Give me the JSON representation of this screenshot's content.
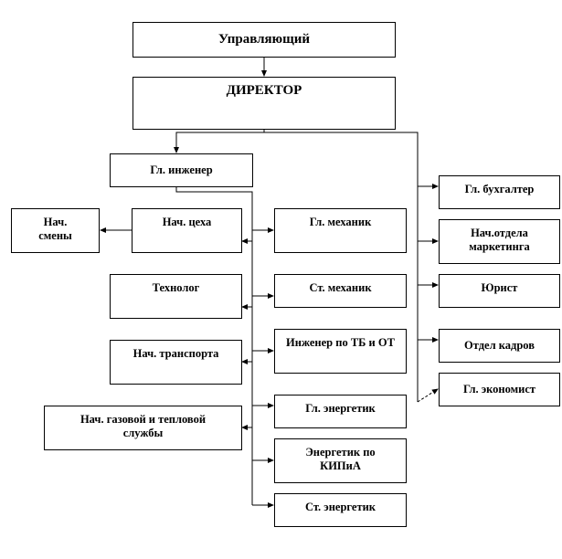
{
  "nodes": {
    "manager": "Управляющий",
    "director": "ДИРЕКТОР",
    "chief_engineer": "Гл. инженер",
    "shift_head": "Нач. смены",
    "shop_head": "Нач. цеха",
    "technologist": "Технолог",
    "transport_head": "Нач. транспорта",
    "gas_heat_head": "Нач. газовой и тепловой службы",
    "chief_mechanic": "Гл. механик",
    "senior_mechanic": "Ст. механик",
    "safety_engineer": "Инженер по ТБ и ОТ",
    "chief_power_engineer": "Гл. энергетик",
    "kipia_power_engineer": "Энергетик по КИПиА",
    "senior_power_engineer": "Ст. энергетик",
    "chief_accountant": "Гл. бухгалтер",
    "marketing_head": "Нач.отдела маркетинга",
    "lawyer": "Юрист",
    "hr_department": "Отдел кадров",
    "chief_economist": "Гл. экономист"
  }
}
